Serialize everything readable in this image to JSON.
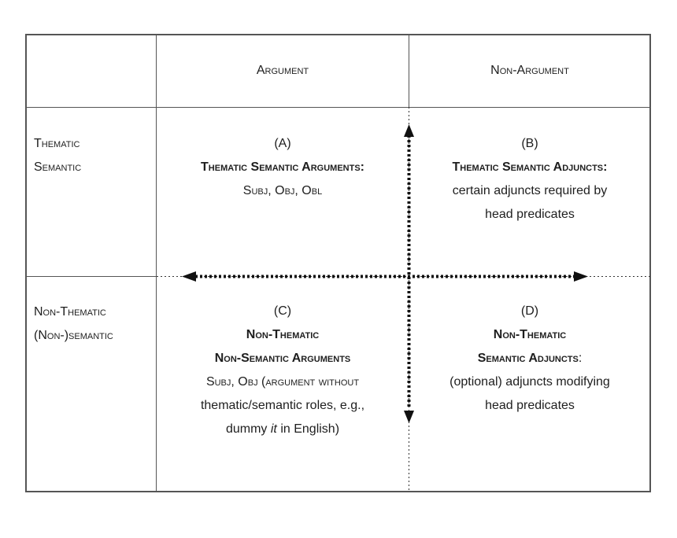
{
  "header": {
    "col1": "Argument",
    "col2": "Non-Argument"
  },
  "rows": {
    "row1": [
      "Thematic",
      "Semantic"
    ],
    "row2": [
      "Non-Thematic",
      "(Non-)semantic"
    ]
  },
  "cells": {
    "A": {
      "tag": "(A)",
      "title": "Thematic Semantic Arguments:",
      "line": "Subj, Obj, Obl"
    },
    "B": {
      "tag": "(B)",
      "title": "Thematic Semantic Adjuncts:",
      "line1": "certain adjuncts required by",
      "line2": "head predicates"
    },
    "C": {
      "tag": "(C)",
      "title1": "Non-Thematic",
      "title2": "Non-Semantic Arguments",
      "line1_sc": "Subj, Obj (argument without",
      "line2": "thematic/semantic roles, e.g.,",
      "line3_pre": "dummy ",
      "line3_it": "it",
      "line3_post": " in English)"
    },
    "D": {
      "tag": "(D)",
      "title1": "Non-Thematic",
      "title2": "Semantic Adjuncts",
      "title2_suffix": ":",
      "line1": "(optional) adjuncts modifying",
      "line2": "head predicates"
    }
  }
}
